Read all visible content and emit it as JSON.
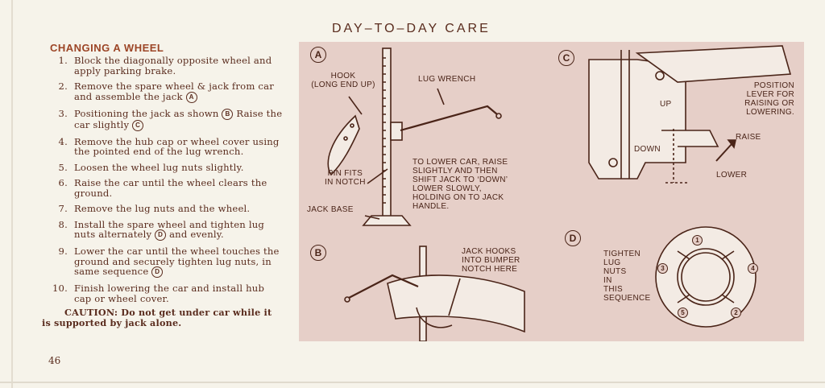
{
  "page_title": "DAY–TO–DAY CARE",
  "section_title": "CHANGING A WHEEL",
  "steps": [
    {
      "num": "1.",
      "text": "Block the diagonally opposite wheel and apply parking brake."
    },
    {
      "num": "2.",
      "text": "Remove the spare wheel & jack from car and assemble the jack",
      "ref": "A"
    },
    {
      "num": "3.",
      "text": "Positioning the jack as shown",
      "ref": "B",
      "text2": "Raise the car slightly",
      "ref2": "C"
    },
    {
      "num": "4.",
      "text": "Remove the hub cap or wheel cover using the pointed end of the lug wrench."
    },
    {
      "num": "5.",
      "text": "Loosen the wheel lug nuts slightly."
    },
    {
      "num": "6.",
      "text": "Raise the car until the wheel clears the ground."
    },
    {
      "num": "7.",
      "text": "Remove the lug nuts and the wheel."
    },
    {
      "num": "8.",
      "text": "Install the spare wheel and tighten lug nuts alternately",
      "ref": "D",
      "text2": "and evenly."
    },
    {
      "num": "9.",
      "text": "Lower the car until the wheel touches the ground and securely tighten lug nuts, in same sequence",
      "ref": "D"
    },
    {
      "num": "10.",
      "text": "Finish lowering the car and install hub cap or wheel cover."
    }
  ],
  "caution": "CAUTION: Do not get under car while it is supported by jack alone.",
  "page_number": "46",
  "diagram": {
    "markers": {
      "a": "A",
      "b": "B",
      "c": "C",
      "d": "D"
    },
    "hook": "HOOK\n(LONG END UP)",
    "lug_wrench": "LUG WRENCH",
    "pin_fits": "PIN FITS\nIN NOTCH",
    "jack_base": "JACK BASE",
    "to_lower": "TO LOWER CAR, RAISE\nSLIGHTLY AND THEN\nSHIFT JACK TO ‘DOWN’\nLOWER SLOWLY,\nHOLDING ON TO JACK\nHANDLE.",
    "position_lever": "POSITION\nLEVER FOR\nRAISING OR\nLOWERING.",
    "up": "UP",
    "down": "DOWN",
    "raise": "RAISE",
    "lower": "LOWER",
    "jack_hooks": "JACK HOOKS\nINTO BUMPER\nNOTCH HERE",
    "tighten": "TIGHTEN\nLUG\nNUTS\nIN\nTHIS\nSEQUENCE",
    "nuts": [
      "1",
      "2",
      "3",
      "4",
      "5"
    ]
  },
  "colors": {
    "ink": "#4a2418",
    "heading": "#9c4526",
    "panel": "#e6cfc8",
    "paper": "#f6f3ea"
  }
}
